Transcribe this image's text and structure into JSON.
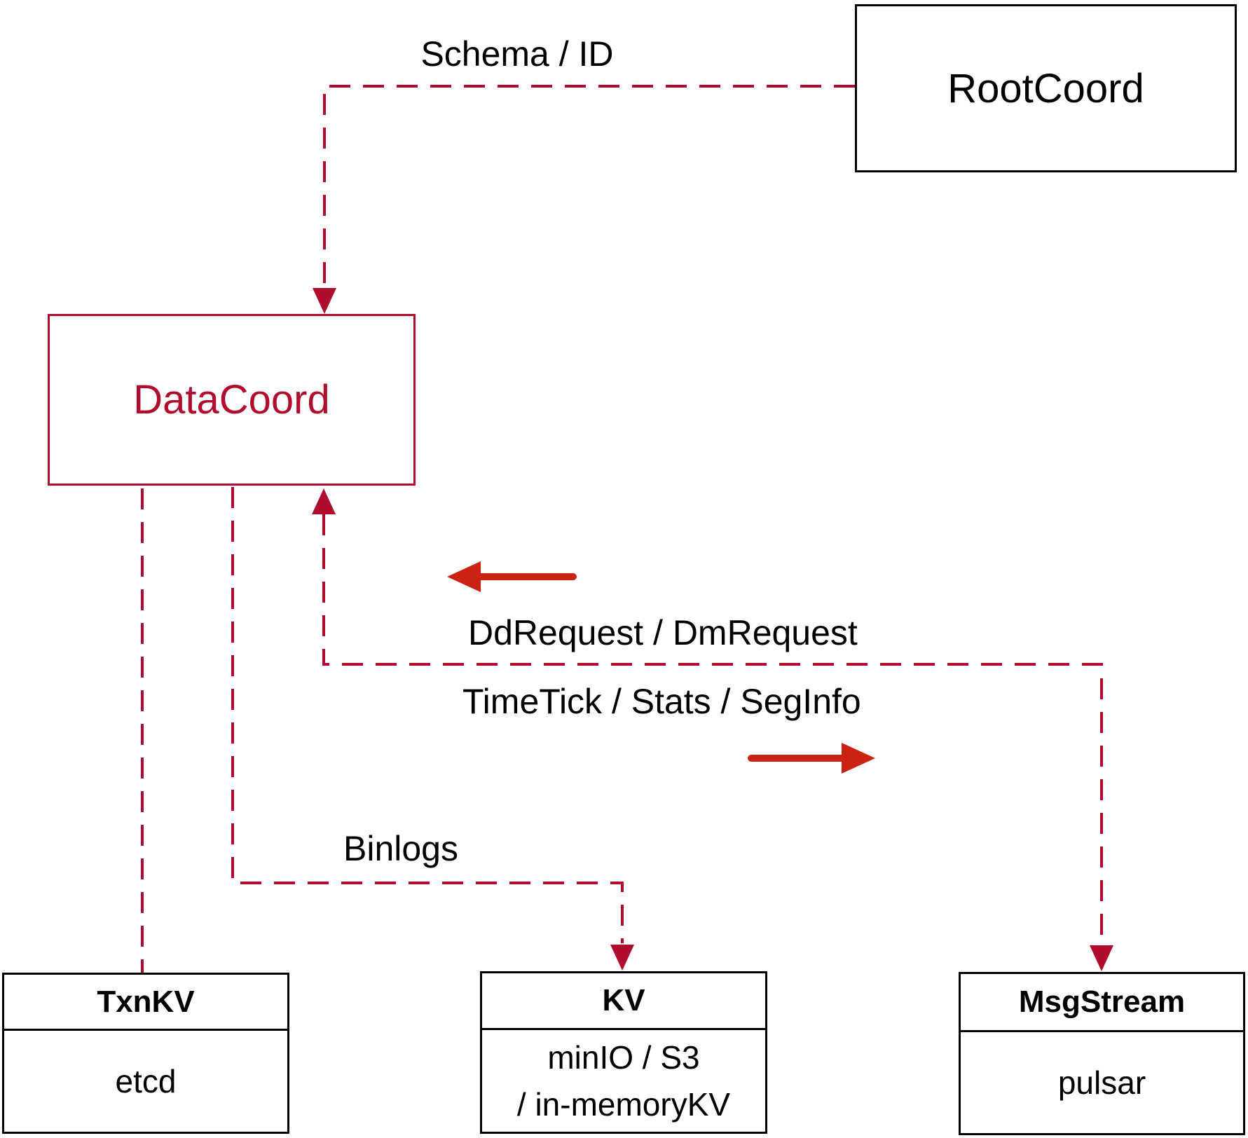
{
  "colors": {
    "connector": "#b00d2e",
    "arrow": "#cc2211",
    "box_border": "#000000",
    "text": "#000000",
    "background": "#ffffff"
  },
  "nodes": {
    "rootcoord": {
      "label": "RootCoord"
    },
    "datacoord": {
      "label": "DataCoord"
    },
    "txnkv": {
      "title": "TxnKV",
      "subtitle": "etcd"
    },
    "kv": {
      "title": "KV",
      "subtitle_line1": "minIO / S3",
      "subtitle_line2": "/ in-memoryKV"
    },
    "msgstream": {
      "title": "MsgStream",
      "subtitle": "pulsar"
    }
  },
  "edges": {
    "schema_id": {
      "label": "Schema / ID"
    },
    "dd_dm_request": {
      "label": "DdRequest / DmRequest"
    },
    "timetick_stats_seginfo": {
      "label": "TimeTick / Stats / SegInfo"
    },
    "binlogs": {
      "label": "Binlogs"
    }
  }
}
